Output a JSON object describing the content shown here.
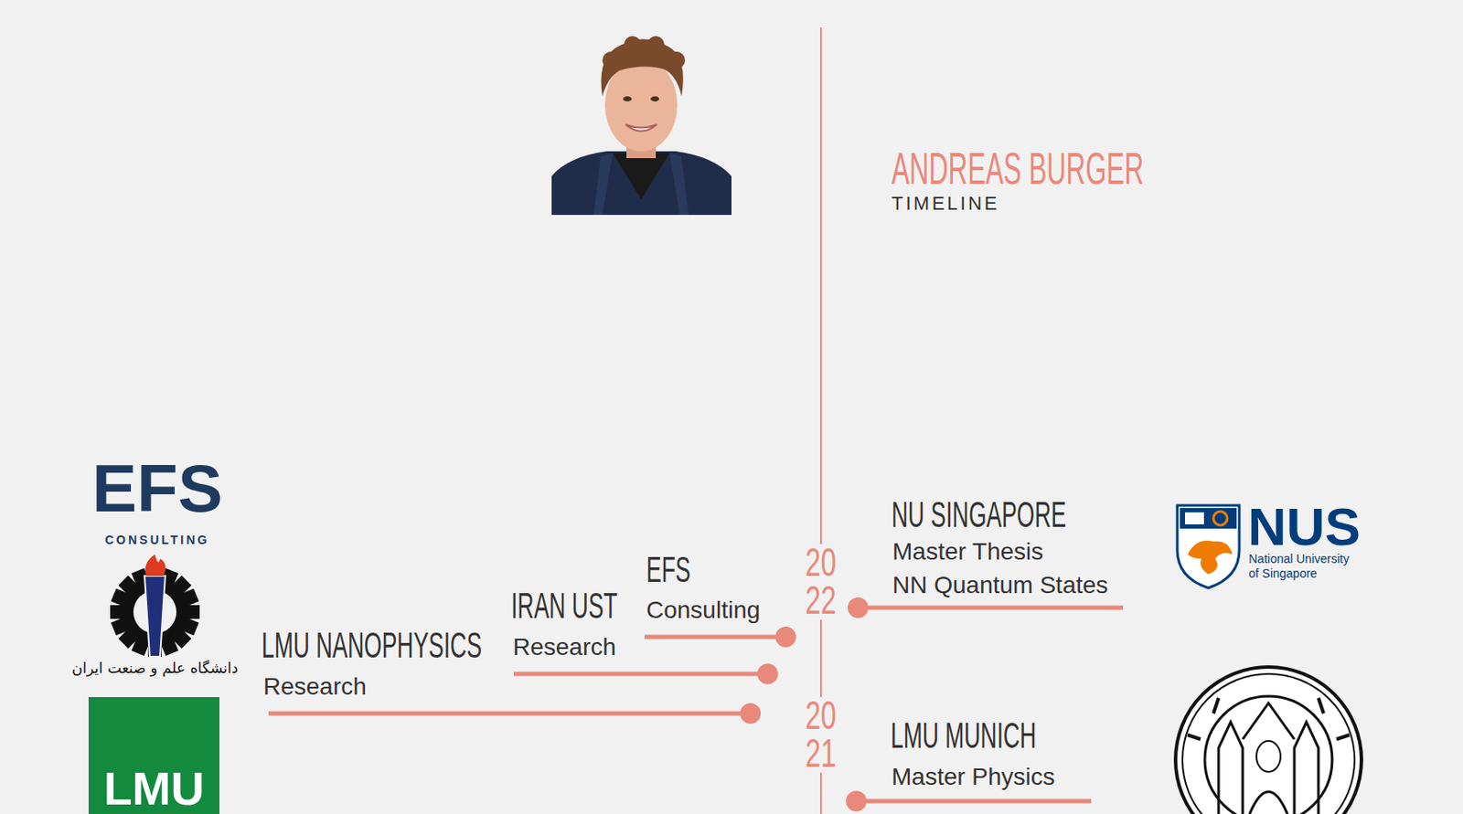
{
  "diagram": {
    "title": "ANDREAS BURGER",
    "labels": [
      "TIMELINE",
      "EFS",
      "CONSULTING",
      "NU SINGAPORE",
      "Master Thesis",
      "NN Quantum States",
      "NUS",
      "National University of Singapore",
      "20",
      "22",
      "EFS",
      "Consulting",
      "دانشگاه علم و صنعت ایران",
      "IRAN UST",
      "Research",
      "LMU NANOPHYSICS",
      "Research",
      "20",
      "21",
      "LMU MUNICH",
      "Master Physics",
      "LMU"
    ]
  }
}
